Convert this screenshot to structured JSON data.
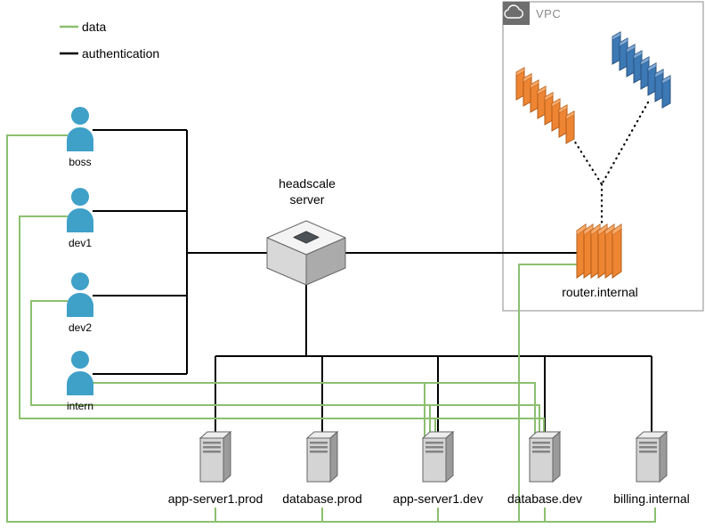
{
  "legend": {
    "items": [
      {
        "label": "data",
        "color": "#8CBF6E"
      },
      {
        "label": "authentication",
        "color": "#000000"
      }
    ]
  },
  "users": [
    {
      "label": "boss"
    },
    {
      "label": "dev1"
    },
    {
      "label": "dev2"
    },
    {
      "label": "intern"
    }
  ],
  "headscale": {
    "label": "headscale server"
  },
  "vpc": {
    "label": "VPC",
    "router": {
      "label": "router.internal"
    }
  },
  "servers": [
    {
      "label": "app-server1.prod"
    },
    {
      "label": "database.prod"
    },
    {
      "label": "app-server1.dev"
    },
    {
      "label": "database.dev"
    },
    {
      "label": "billing.internal"
    }
  ],
  "connections": {
    "authentication": [
      "boss — headscale server",
      "dev1 — headscale server",
      "dev2 — headscale server",
      "intern — headscale server",
      "headscale server — router.internal",
      "headscale server — app-server1.prod",
      "headscale server — database.prod",
      "headscale server — app-server1.dev",
      "headscale server — database.dev",
      "headscale server — billing.internal"
    ],
    "data": [
      "boss — app-server1.prod, database.prod, app-server1.dev, database.dev, billing.internal, router.internal",
      "dev1 — app-server1.dev, database.dev",
      "dev2 — app-server1.dev, database.dev",
      "intern — app-server1.dev, database.dev"
    ],
    "vpc_dotted": [
      "router.internal — vpc instances (orange)",
      "router.internal — vpc instances (blue)"
    ]
  },
  "colors": {
    "data_line": "#8CBF6E",
    "auth_line": "#000000",
    "user_blue": "#3FA0C8",
    "aws_orange": "#EE8533",
    "aws_blue": "#3C79B5",
    "server_gray": "#D4D4D4",
    "vpc_border": "#9E9E9E"
  }
}
